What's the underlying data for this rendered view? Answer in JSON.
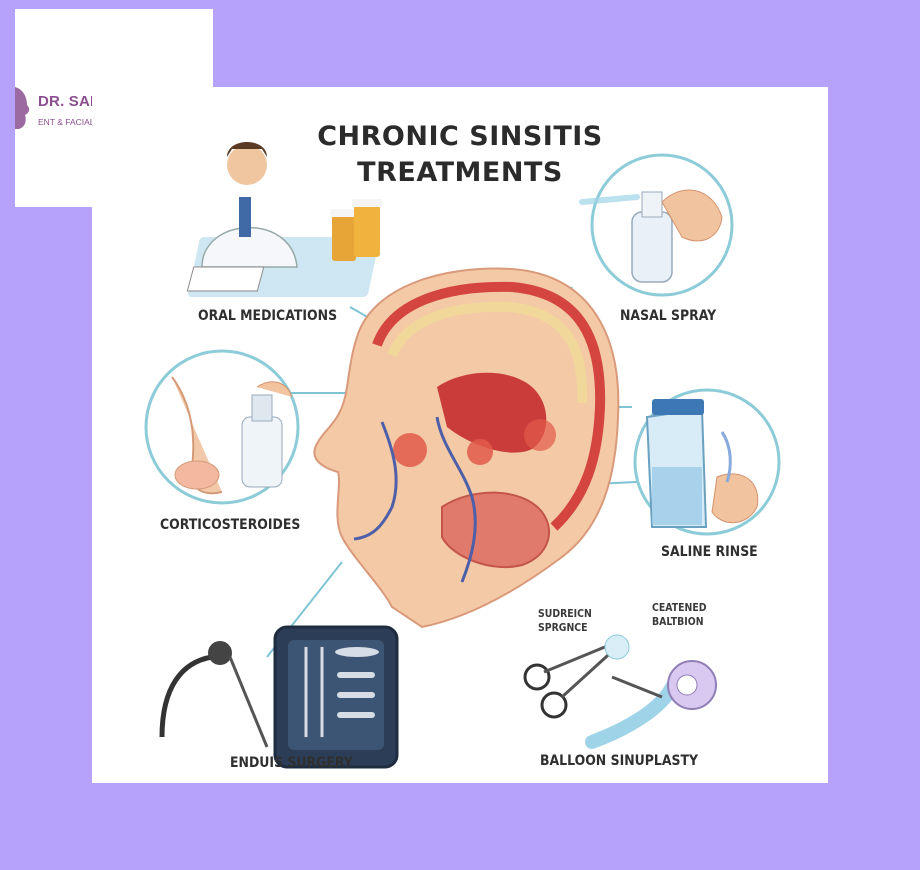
{
  "logo": {
    "name": "DR. SALONI SINHA",
    "subtitle": "ENT & FACIAL AESTHETIC SURGEON"
  },
  "infographic": {
    "title_line1": "CHRONIC SINSITIS",
    "title_line2": "TREATMENTS",
    "labels": {
      "oral_medications": "ORAL MEDICATIONS",
      "nasal_spray": "NASAL SPRAY",
      "corticosteroides": "CORTICOSTEROIDES",
      "saline_rinse": "SALINE RINSE",
      "endus_surgery": "ENDUIS SURGERY",
      "balloon_sinuplasty": "BALLOON SINUPLASTY",
      "sudreicn_line1": "SUDREICN",
      "sudreicn_line2": "SPRGNCE",
      "ceatened_line1": "CEATENED",
      "ceatened_line2": "BALTBION"
    }
  },
  "colors": {
    "background": "#b7a2fb",
    "logo_purple": "#8a4f8f",
    "head_skin": "#f4c9a6",
    "sinus_red": "#d4453f"
  }
}
